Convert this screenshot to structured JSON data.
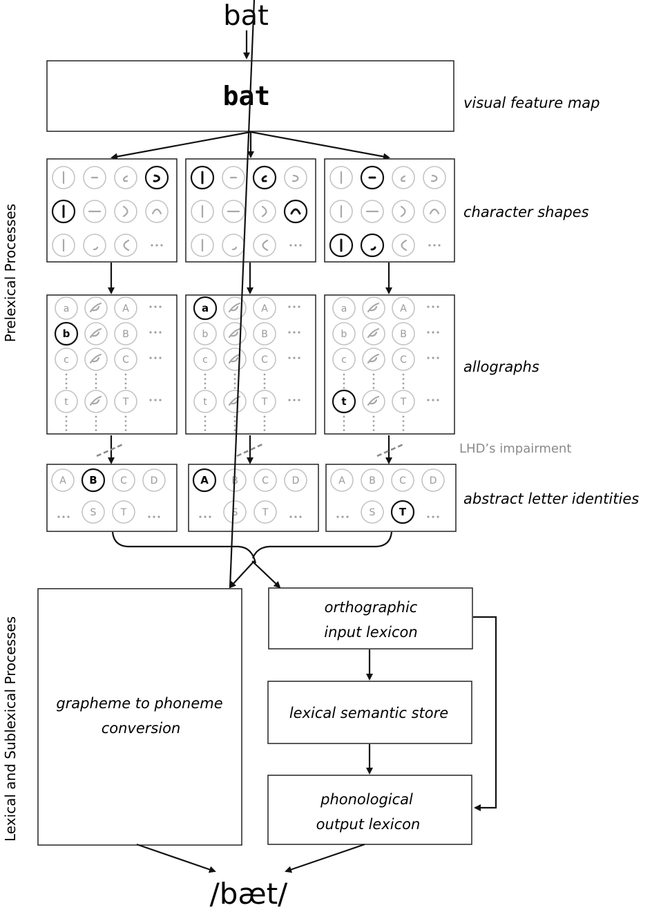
{
  "input_word": "bat",
  "output_word": "/bæt/",
  "visual_feature_map": {
    "content": "bat",
    "label": "visual feature map"
  },
  "side_labels": {
    "prelexical": "Prelexical Processes",
    "lexical": "Lexical and Sublexical Processes"
  },
  "level_labels": {
    "character_shapes": "character shapes",
    "allographs": "allographs",
    "impairment": "LHD’s impairment",
    "abstract_letters": "abstract letter identities"
  },
  "character_shapes": {
    "feature_grid": [
      [
        "vertical-bar",
        "short-dash",
        "left-hook",
        "right-hook"
      ],
      [
        "vertical-bar",
        "horizontal-bar",
        "right-arc",
        "cap-arc"
      ],
      [
        "vertical-bar",
        "bottom-tick",
        "left-arc",
        "ellipsis"
      ]
    ],
    "ellipsis": "...",
    "panels": [
      {
        "letter": "b",
        "active": [
          [
            0,
            3
          ],
          [
            1,
            0
          ]
        ]
      },
      {
        "letter": "a",
        "active": [
          [
            0,
            0
          ],
          [
            0,
            2
          ],
          [
            1,
            3
          ]
        ]
      },
      {
        "letter": "t",
        "active": [
          [
            0,
            1
          ],
          [
            2,
            0
          ],
          [
            2,
            1
          ]
        ]
      }
    ]
  },
  "allographs": {
    "rows": [
      {
        "lower": "a",
        "upper": "A"
      },
      {
        "lower": "b",
        "upper": "B"
      },
      {
        "lower": "c",
        "upper": "C"
      },
      {
        "lower": "t",
        "upper": "T"
      }
    ],
    "ellipsis": "...",
    "panels": [
      {
        "active_row": 1,
        "active_label": "b"
      },
      {
        "active_row": 0,
        "active_label": "a"
      },
      {
        "active_row": 3,
        "active_label": "t"
      }
    ]
  },
  "abstract_letters": {
    "row1": [
      "A",
      "B",
      "C",
      "D"
    ],
    "row2": [
      "S",
      "T"
    ],
    "ellipsis": "...",
    "panels": [
      {
        "active": "B"
      },
      {
        "active": "A"
      },
      {
        "active": "T"
      }
    ]
  },
  "lexical_boxes": {
    "gpc": [
      "grapheme to phoneme",
      "conversion"
    ],
    "orthographic": [
      "orthographic",
      "input lexicon"
    ],
    "semantic": [
      "lexical semantic store"
    ],
    "phonological": [
      "phonological",
      "output lexicon"
    ]
  },
  "colors": {
    "active": "#111111",
    "inactive_circle": "#c4c4c4",
    "inactive_text": "#9a9a9a",
    "impairment": "#8a8a8a"
  }
}
